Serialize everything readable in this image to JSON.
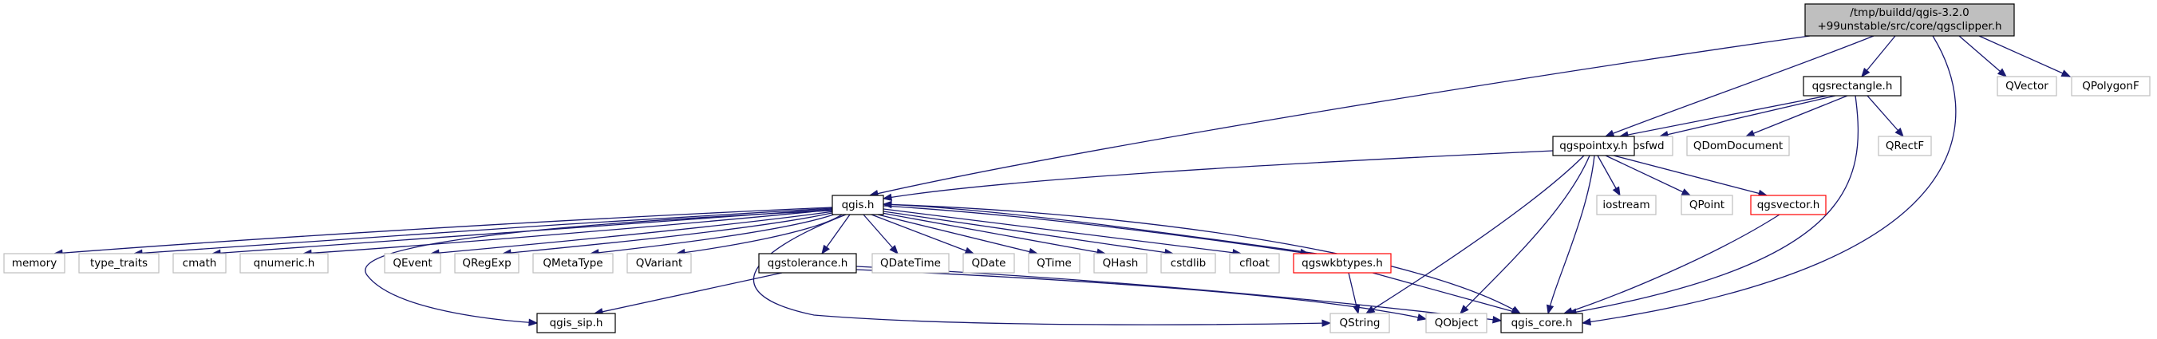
{
  "root": {
    "line1": "/tmp/buildd/qgis-3.2.0",
    "line2": "+99unstable/src/core/qgsclipper.h"
  },
  "nodes": {
    "qvector": "QVector",
    "qpolygonf": "QPolygonF",
    "qgsrectangle": "qgsrectangle.h",
    "iosfwd": "iosfwd",
    "qdomdocument": "QDomDocument",
    "qrectf": "QRectF",
    "qgspointxy": "qgspointxy.h",
    "iostream": "iostream",
    "qpoint": "QPoint",
    "qgsvector": "qgsvector.h",
    "qgis": "qgis.h",
    "memory": "memory",
    "type_traits": "type_traits",
    "cmath": "cmath",
    "qnumeric": "qnumeric.h",
    "qevent": "QEvent",
    "qregexp": "QRegExp",
    "qmetatype": "QMetaType",
    "qvariant": "QVariant",
    "qgstolerance": "qgstolerance.h",
    "qdatetime": "QDateTime",
    "qdate": "QDate",
    "qtime": "QTime",
    "qhash": "QHash",
    "cstdlib": "cstdlib",
    "cfloat": "cfloat",
    "qgswkbtypes": "qgswkbtypes.h",
    "qgis_sip": "qgis_sip.h",
    "qstring": "QString",
    "qobject": "QObject",
    "qgis_core": "qgis_core.h"
  },
  "colors": {
    "edge": "#191970",
    "documented_border": "#000000",
    "undocumented_border": "#bfbfbf",
    "highlight_border": "#ff0000",
    "root_fill": "#bfbfbf"
  }
}
